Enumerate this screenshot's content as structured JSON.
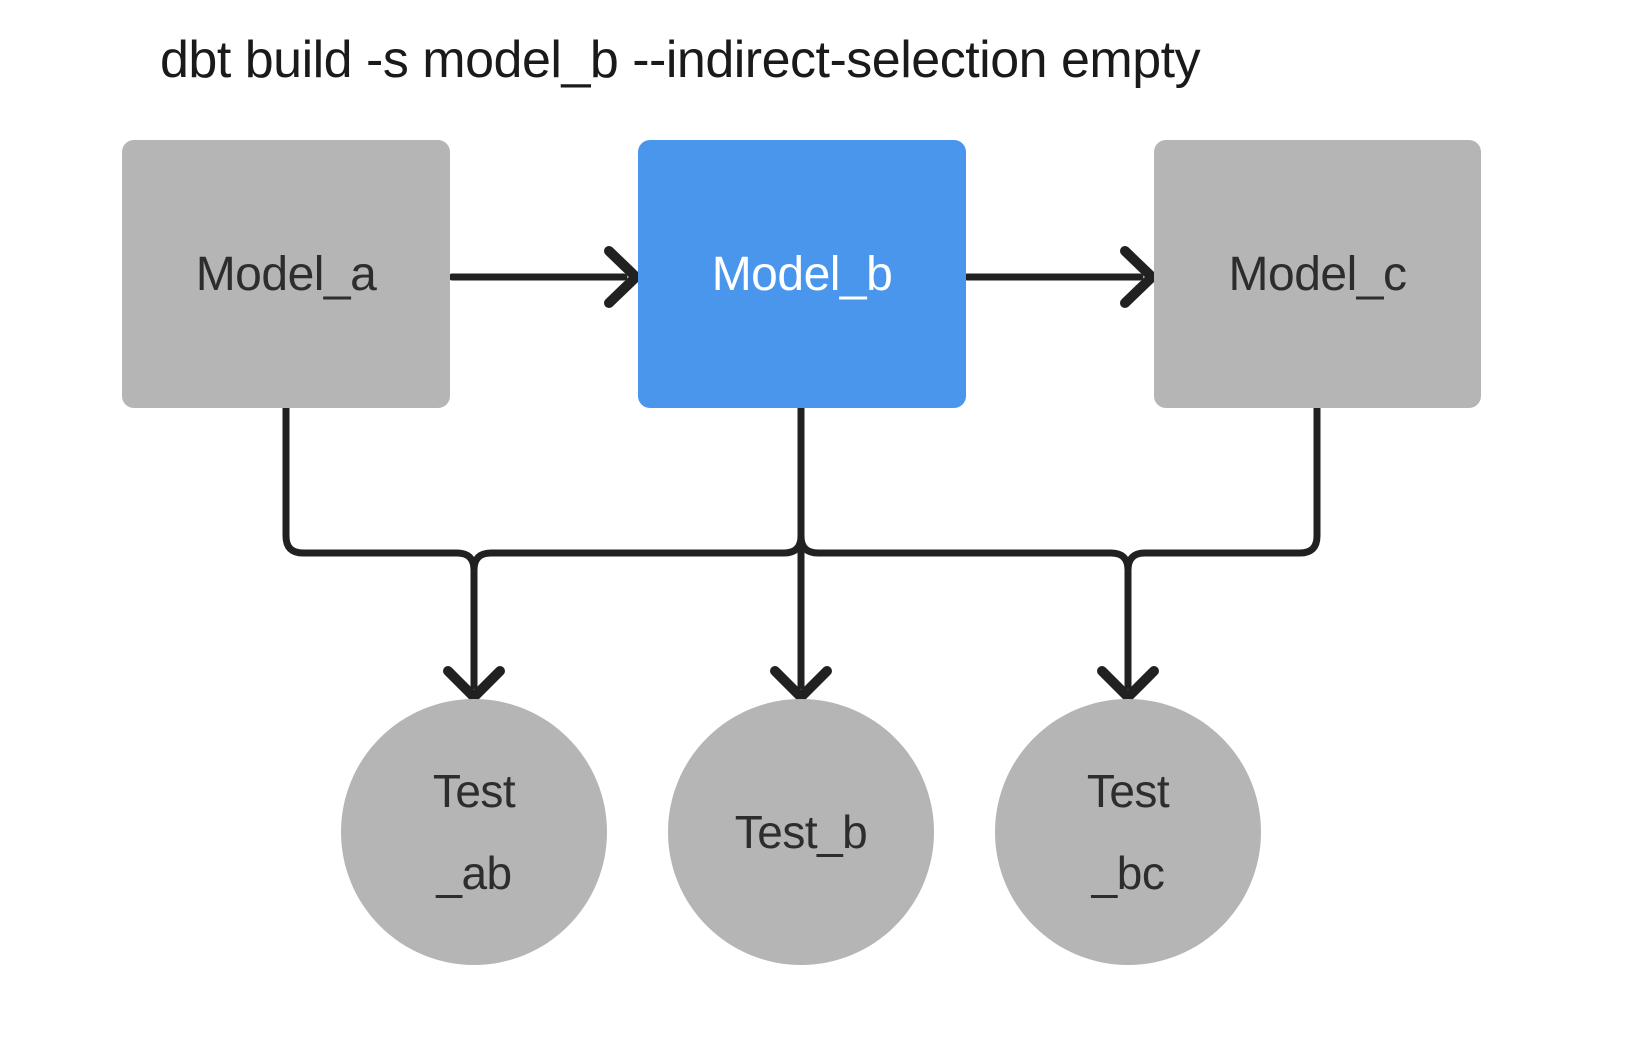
{
  "title": "dbt build -s model_b --indirect-selection empty",
  "diagram": {
    "models": [
      {
        "label": "Model_a",
        "state": "unselected"
      },
      {
        "label": "Model_b",
        "state": "selected"
      },
      {
        "label": "Model_c",
        "state": "unselected"
      }
    ],
    "tests": [
      {
        "line1": "Test",
        "line2": "_ab"
      },
      {
        "line1": "Test_b",
        "line2": ""
      },
      {
        "line1": "Test",
        "line2": "_bc"
      }
    ],
    "edges": [
      {
        "from": "Model_a",
        "to": "Model_b",
        "kind": "model-to-model-arrow"
      },
      {
        "from": "Model_b",
        "to": "Model_c",
        "kind": "model-to-model-arrow"
      },
      {
        "from": "Model_a + Model_b",
        "to": "Test_ab",
        "kind": "merged-arrow-to-test"
      },
      {
        "from": "Model_b",
        "to": "Test_b",
        "kind": "arrow-to-test"
      },
      {
        "from": "Model_b + Model_c",
        "to": "Test_bc",
        "kind": "merged-arrow-to-test"
      }
    ]
  },
  "colors": {
    "selected_fill": "#4a96ed",
    "selected_text": "#ffffff",
    "unselected_fill": "#b5b5b5",
    "node_text": "#2d2d2d",
    "connector": "#212121",
    "title_text": "#1a1a1a",
    "background": "#ffffff"
  }
}
